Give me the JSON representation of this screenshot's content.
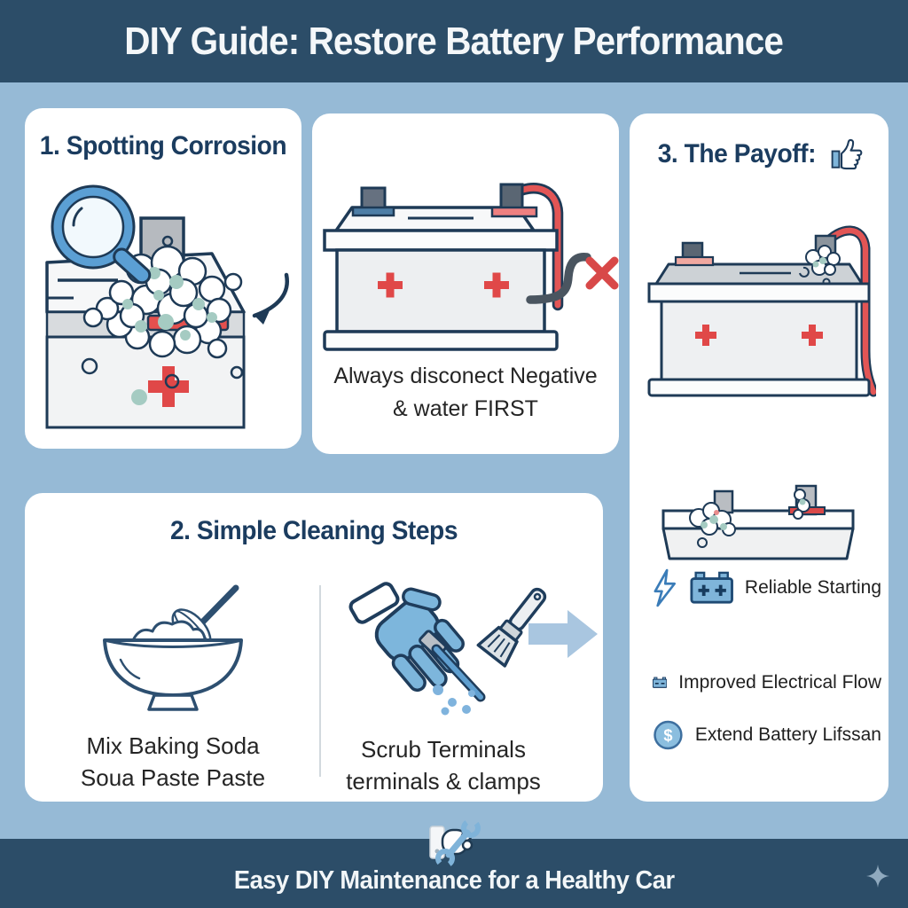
{
  "header": {
    "title": "DIY Guide: Restore Battery Performance"
  },
  "sections": {
    "corrosion": {
      "title": "1. Spotting Corrosion",
      "icons": [
        "magnifier-icon",
        "corroded-terminal-illustration",
        "curved-arrow-icon"
      ]
    },
    "disconnect": {
      "caption_line1": "Always disconect Negative",
      "caption_line2": "& water FIRST",
      "icons": [
        "battery-red-cable-illustration",
        "red-x-icon"
      ]
    },
    "cleaning": {
      "title": "2. Simple Cleaning Steps",
      "steps": [
        {
          "icon": "mixing-bowl-whisk-icon",
          "caption_line1": "Mix Baking Soda",
          "caption_line2": "Soua Paste Paste"
        },
        {
          "icon": "gloved-hand-brush-icon",
          "caption_line1": "Scrub Terminals",
          "caption_line2": "terminals & clamps"
        }
      ],
      "arrow_icon": "right-arrow-icon"
    },
    "payoff": {
      "title": "3. The Payoff:",
      "title_icon": "thumbs-up-icon",
      "illustrations": [
        "clean-battery-red-cable-illustration",
        "battery-top-corrosion-illustration"
      ],
      "dollar_symbol": "$",
      "benefits": [
        {
          "label": "Reliable Starting",
          "icons": [
            "lightning-icon",
            "battery-plus-icon"
          ]
        },
        {
          "label": "Improved Electrical Flow",
          "icons": [
            "battery-minus-icon"
          ]
        },
        {
          "label": "Extend Battery Lifssan",
          "icons": [
            "dollar-coin-icon"
          ]
        }
      ]
    }
  },
  "footer": {
    "tagline": "Easy DIY Maintenance for a Healthy Car",
    "icon": "hand-wrench-icon",
    "sparkle_icon": "sparkle-icon"
  },
  "colors": {
    "header_bg": "#2c4d68",
    "background": "#96bad6",
    "panel_bg": "#ffffff",
    "title_navy": "#1b3c5f",
    "outline_navy": "#1e3a56",
    "text_dark": "#252525",
    "accent_red": "#e04848",
    "icon_blue": "#5b9fd4",
    "glove_blue": "#7db6dc",
    "benefit_fill_blue": "#7fb5da",
    "corrosion_teal": "#a5cbc2",
    "arrow_light_blue": "#a9c6e0",
    "footer_bg": "#2c4d68"
  }
}
